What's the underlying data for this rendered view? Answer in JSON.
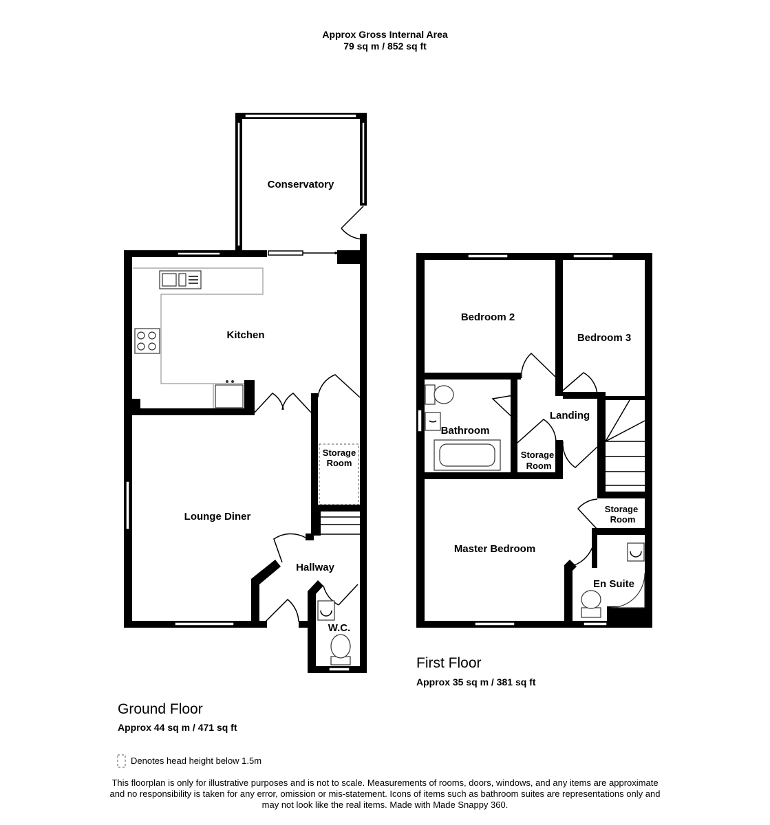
{
  "header": {
    "title": "Approx Gross Internal Area",
    "total_area": "79 sq m / 852 sq ft"
  },
  "ground_floor": {
    "name": "Ground Floor",
    "area": "Approx 44 sq m / 471 sq ft",
    "rooms": {
      "conservatory": "Conservatory",
      "kitchen": "Kitchen",
      "lounge_diner": "Lounge Diner",
      "storage_line1": "Storage",
      "storage_line2": "Room",
      "hallway": "Hallway",
      "wc": "W.C."
    }
  },
  "first_floor": {
    "name": "First Floor",
    "area": "Approx 35 sq m / 381 sq ft",
    "rooms": {
      "bedroom2": "Bedroom 2",
      "bedroom3": "Bedroom 3",
      "bathroom": "Bathroom",
      "landing": "Landing",
      "storage_a_line1": "Storage",
      "storage_a_line2": "Room",
      "storage_b_line1": "Storage",
      "storage_b_line2": "Room",
      "master_bedroom": "Master Bedroom",
      "en_suite": "En Suite"
    }
  },
  "legend": {
    "icon": "dashed-box-icon",
    "text": "Denotes head height below 1.5m"
  },
  "disclaimer": {
    "line1": "This floorplan is only for illustrative purposes and is not to scale. Measurements of rooms, doors, windows, and any items are approximate",
    "line2": "and no responsibility is taken for any error, omission or mis-statement. Icons of items such as bathroom suites are representations only and",
    "line3": "may not look like the real items. Made with Made Snappy 360."
  }
}
